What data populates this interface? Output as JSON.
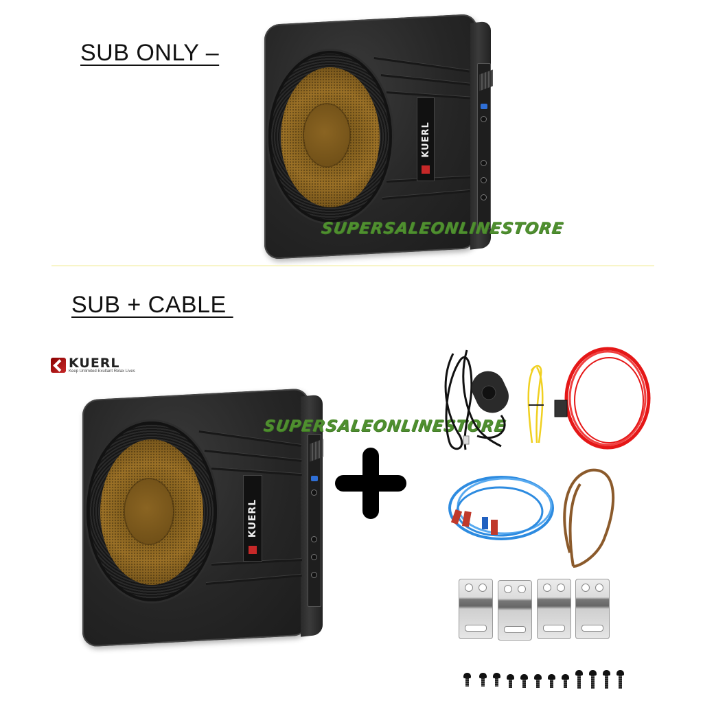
{
  "sections": {
    "sub_only": {
      "heading": "SUB ONLY –",
      "watermark": "SUPERSALEONLINESTORE",
      "product": {
        "brand_badge": "KUERL",
        "description": "Under-seat active subwoofer with amplifier panel"
      }
    },
    "sub_cable": {
      "heading": "SUB + CABLE ",
      "watermark": "SUPERSALEONLINESTORE",
      "logo": {
        "brand": "KUERL",
        "tagline": "Keep Unlimited Exultant Relax Lives"
      },
      "product": {
        "brand_badge": "KUERL"
      },
      "plus_symbol": "+",
      "accessories": [
        {
          "name": "Remote bass level controller cable",
          "color": "#111111"
        },
        {
          "name": "Yellow remote turn-on wire",
          "color": "#f2d42a"
        },
        {
          "name": "Red power cable with plug",
          "color": "#e01818"
        },
        {
          "name": "Blue RCA signal cable",
          "color": "#2a8fe0"
        },
        {
          "name": "Brown ground wire",
          "color": "#8a5a2a"
        },
        {
          "name": "Mounting brackets",
          "count": 4
        },
        {
          "name": "Screws",
          "count": 12
        }
      ]
    }
  },
  "colors": {
    "watermark": "#4f8f2f",
    "divider": "#f8f5c8",
    "cone": "#8a6422",
    "brand_red": "#c62828"
  }
}
